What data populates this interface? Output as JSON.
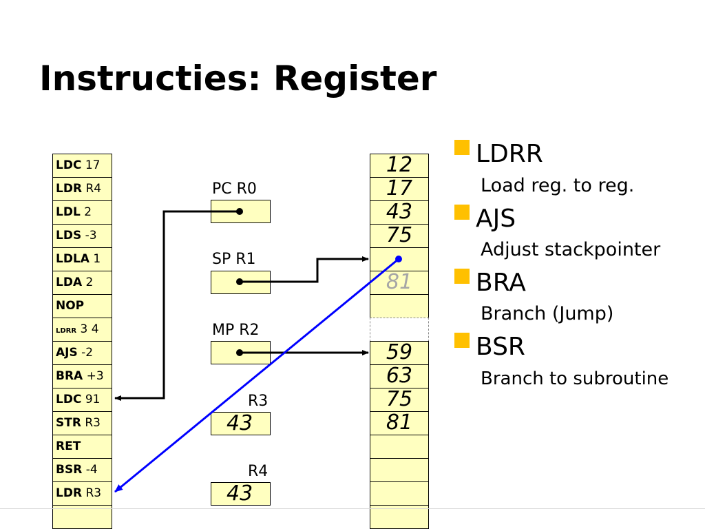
{
  "title": "Instructies: Register",
  "program": [
    {
      "op": "LDC",
      "arg": "17"
    },
    {
      "op": "LDR",
      "arg": "R4"
    },
    {
      "op": "LDL",
      "arg": "2"
    },
    {
      "op": "LDS",
      "arg": "-3"
    },
    {
      "op": "LDLA",
      "arg": "1"
    },
    {
      "op": "LDA",
      "arg": "2"
    },
    {
      "op": "NOP",
      "arg": ""
    },
    {
      "op": "LDRR",
      "arg": "3 4"
    },
    {
      "op": "AJS",
      "arg": "-2"
    },
    {
      "op": "BRA",
      "arg": "+3"
    },
    {
      "op": "LDC",
      "arg": "91"
    },
    {
      "op": "STR",
      "arg": "R3"
    },
    {
      "op": "RET",
      "arg": ""
    },
    {
      "op": "BSR",
      "arg": "-4"
    },
    {
      "op": "LDR",
      "arg": "R3"
    },
    {
      "op": "",
      "arg": ""
    }
  ],
  "registers": [
    {
      "label": "PC  R0",
      "value": ""
    },
    {
      "label": "SP  R1",
      "value": ""
    },
    {
      "label": "MP  R2",
      "value": ""
    },
    {
      "label": "R3",
      "value": "43"
    },
    {
      "label": "R4",
      "value": "43"
    }
  ],
  "stack": [
    "12",
    "17",
    "43",
    "75",
    "",
    "81",
    "",
    "",
    "59",
    "63",
    "75",
    "81",
    "",
    "",
    "",
    ""
  ],
  "bullets": [
    {
      "term": "LDRR",
      "desc": "Load reg. to reg."
    },
    {
      "term": "AJS",
      "desc": "Adjust stackpointer"
    },
    {
      "term": "BRA",
      "desc": "Branch (Jump)"
    },
    {
      "term": "BSR",
      "desc": "Branch to subroutine"
    }
  ],
  "colors": {
    "cell": "#ffffc0",
    "bullet": "#ffc000",
    "blue_arrow": "#0000ff",
    "faded_text": "#a6a6a6"
  }
}
